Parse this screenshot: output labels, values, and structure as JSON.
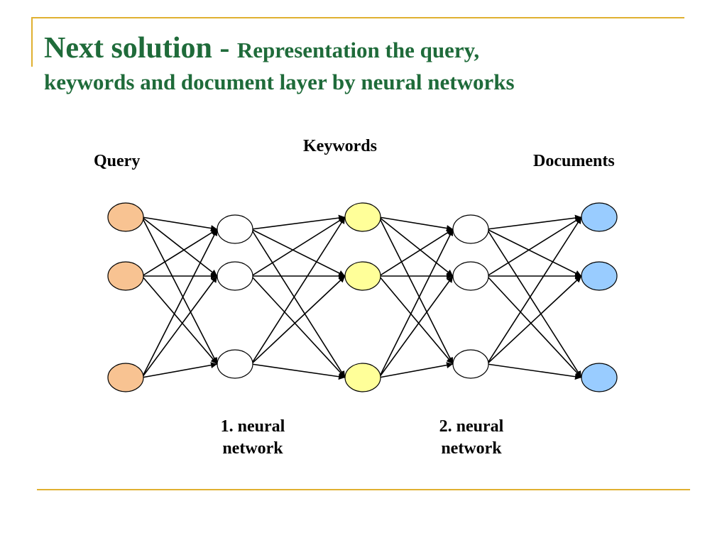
{
  "slide": {
    "title_main": "Next solution - ",
    "title_sub": "Representation the query,",
    "title_line2": "keywords and document layer by neural networks"
  },
  "diagram": {
    "layers": [
      {
        "id": "query",
        "label": "Query",
        "color": "#F8C392",
        "nodes": 3
      },
      {
        "id": "hidden1",
        "label": "",
        "color": "#FFFFFF",
        "nodes": 3
      },
      {
        "id": "keywords",
        "label": "Keywords",
        "color": "#FFFF99",
        "nodes": 3
      },
      {
        "id": "hidden2",
        "label": "",
        "color": "#FFFFFF",
        "nodes": 3
      },
      {
        "id": "documents",
        "label": "Documents",
        "color": "#99CCFF",
        "nodes": 3
      }
    ],
    "captions": {
      "network1": [
        "1. neural",
        "network"
      ],
      "network2": [
        "2. neural",
        "network"
      ]
    },
    "connectivity": "fully-connected",
    "edge_direction": "forward"
  },
  "colors": {
    "title": "#1F6B3A",
    "frame_line": "#E0B030",
    "edge": "#000000"
  }
}
